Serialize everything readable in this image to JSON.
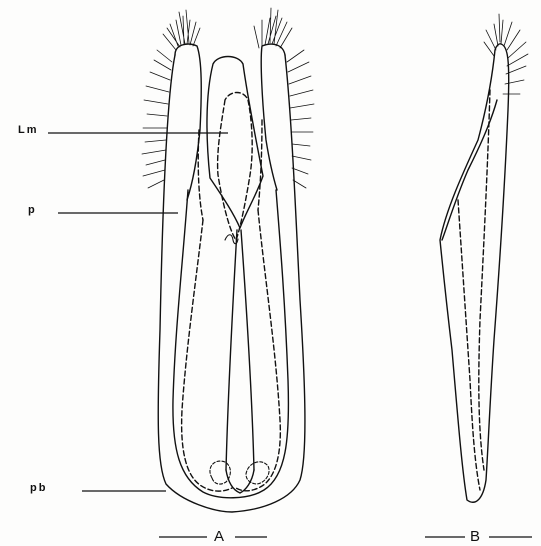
{
  "labels": {
    "lm": "Lm",
    "p": "p",
    "pb": "pb",
    "fig_a": "A",
    "fig_b": "B"
  },
  "colors": {
    "ink": "#111111",
    "paper": "#fdfdfc"
  }
}
